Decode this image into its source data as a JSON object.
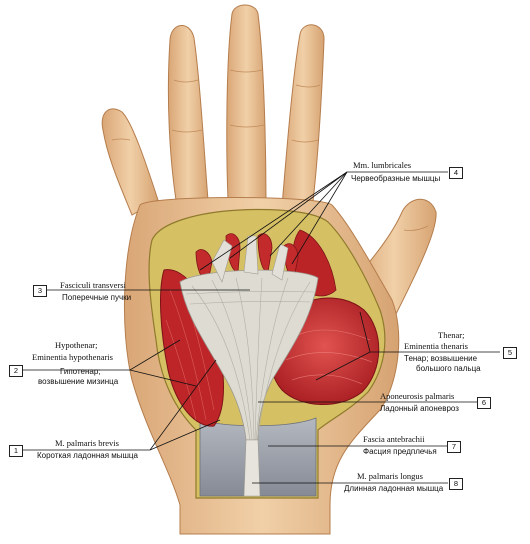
{
  "labels": {
    "lumbricales": {
      "number": "4",
      "latin": "Mm. lumbricales",
      "russian": "Червеобразные мышцы"
    },
    "fasciculi": {
      "number": "3",
      "latin": "Fasciculi transversi",
      "russian": "Поперечные пучки"
    },
    "hypothenar": {
      "number": "2",
      "latin1": "Hypothenar;",
      "latin2": "Eminentia hypothenaris",
      "russian1": "Гипотенар;",
      "russian2": "возвышение мизинца"
    },
    "thenar": {
      "number": "5",
      "latin1": "Thenar;",
      "latin2": "Eminentia thenaris",
      "russian1": "Тенар; возвышение",
      "russian2": "большого пальца"
    },
    "aponeurosis": {
      "number": "6",
      "latin": "Aponeurosis palmaris",
      "russian": "Ладонный апоневроз"
    },
    "palmaris_brevis": {
      "number": "1",
      "latin": "M. palmaris brevis",
      "russian": "Короткая ладонная мышца"
    },
    "fascia_antebrachii": {
      "number": "7",
      "latin": "Fascia antebrachii",
      "russian": "Фасция предплечья"
    },
    "palmaris_longus": {
      "number": "8",
      "latin": "M. palmaris longus",
      "russian": "Длинная ладонная мышца"
    }
  },
  "colors": {
    "skin": "#e9c39a",
    "skin_shade": "#c8925f",
    "muscle": "#c0282a",
    "tendon": "#dcdad2",
    "fascia": "#9a9ea8",
    "fat": "#d8c46a"
  }
}
